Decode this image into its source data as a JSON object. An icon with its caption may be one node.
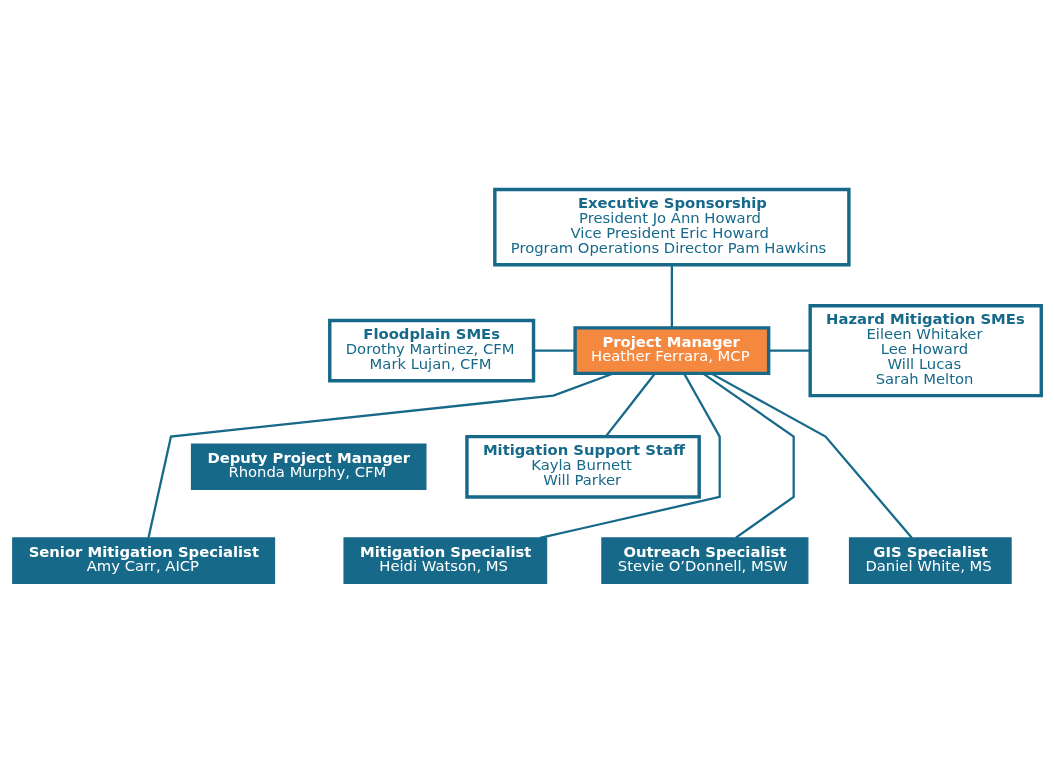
{
  "diagram": {
    "nodes": [
      {
        "text": [
          "Executive Sponsorship",
          "President Jo Ann Howard",
          "Vice President Eric Howard",
          "Program Operations Director Pam Hawkins"
        ]
      },
      {
        "text": [
          "Floodplain SMEs",
          "Dorothy Martinez, CFM",
          "Mark Lujan, CFM"
        ]
      },
      {
        "text": [
          "Project Manager",
          "Heather Ferrara, MCP"
        ]
      },
      {
        "text": [
          "Hazard Mitigation SMEs",
          "Eileen Whitaker",
          "Lee Howard",
          "Will Lucas",
          "Sarah Melton"
        ]
      },
      {
        "text": [
          "Mitigation Support Staff",
          "Kayla Burnett",
          "Will Parker"
        ]
      },
      {
        "text": [
          "Deputy Project Manager",
          "Rhonda Murphy, CFM"
        ]
      },
      {
        "text": [
          "Senior Mitigation Specialist",
          "Amy Carr, AICP"
        ]
      },
      {
        "text": [
          "Mitigation Specialist",
          "Heidi Watson, MS"
        ]
      },
      {
        "text": [
          "Outreach Specialist",
          "Stevie O’Donnell, MSW"
        ]
      },
      {
        "text": [
          "GIS Specialist",
          "Daniel White, MS"
        ]
      }
    ],
    "edges": [
      {
        "from": 0,
        "to": 2,
        "arrow": "none"
      },
      {
        "from": 1,
        "to": 2,
        "arrow": "none"
      },
      {
        "from": 2,
        "to": 3,
        "arrow": "none"
      },
      {
        "from": 2,
        "to": 4,
        "arrow": "none"
      },
      {
        "from": 2,
        "to": 6,
        "arrow": "none"
      },
      {
        "from": 2,
        "to": 7,
        "arrow": "none"
      },
      {
        "from": 2,
        "to": 8,
        "arrow": "none"
      },
      {
        "from": 2,
        "to": 9,
        "arrow": "none"
      }
    ]
  }
}
